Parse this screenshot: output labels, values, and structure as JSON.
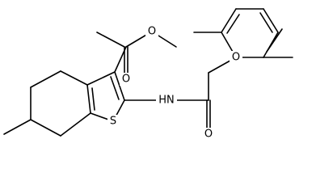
{
  "diagram": {
    "type": "chemical-structure",
    "atom_labels": [
      {
        "id": "o_ester_carbonyl",
        "text": "O"
      },
      {
        "id": "o_ester_single",
        "text": "O"
      },
      {
        "id": "o_ether",
        "text": "O"
      },
      {
        "id": "nh",
        "text": "HN"
      },
      {
        "id": "s_thiophene",
        "text": "S"
      },
      {
        "id": "o_amide",
        "text": "O"
      }
    ],
    "colors": {
      "bond": "#000000",
      "label": "#000000",
      "background": "#ffffff"
    }
  }
}
